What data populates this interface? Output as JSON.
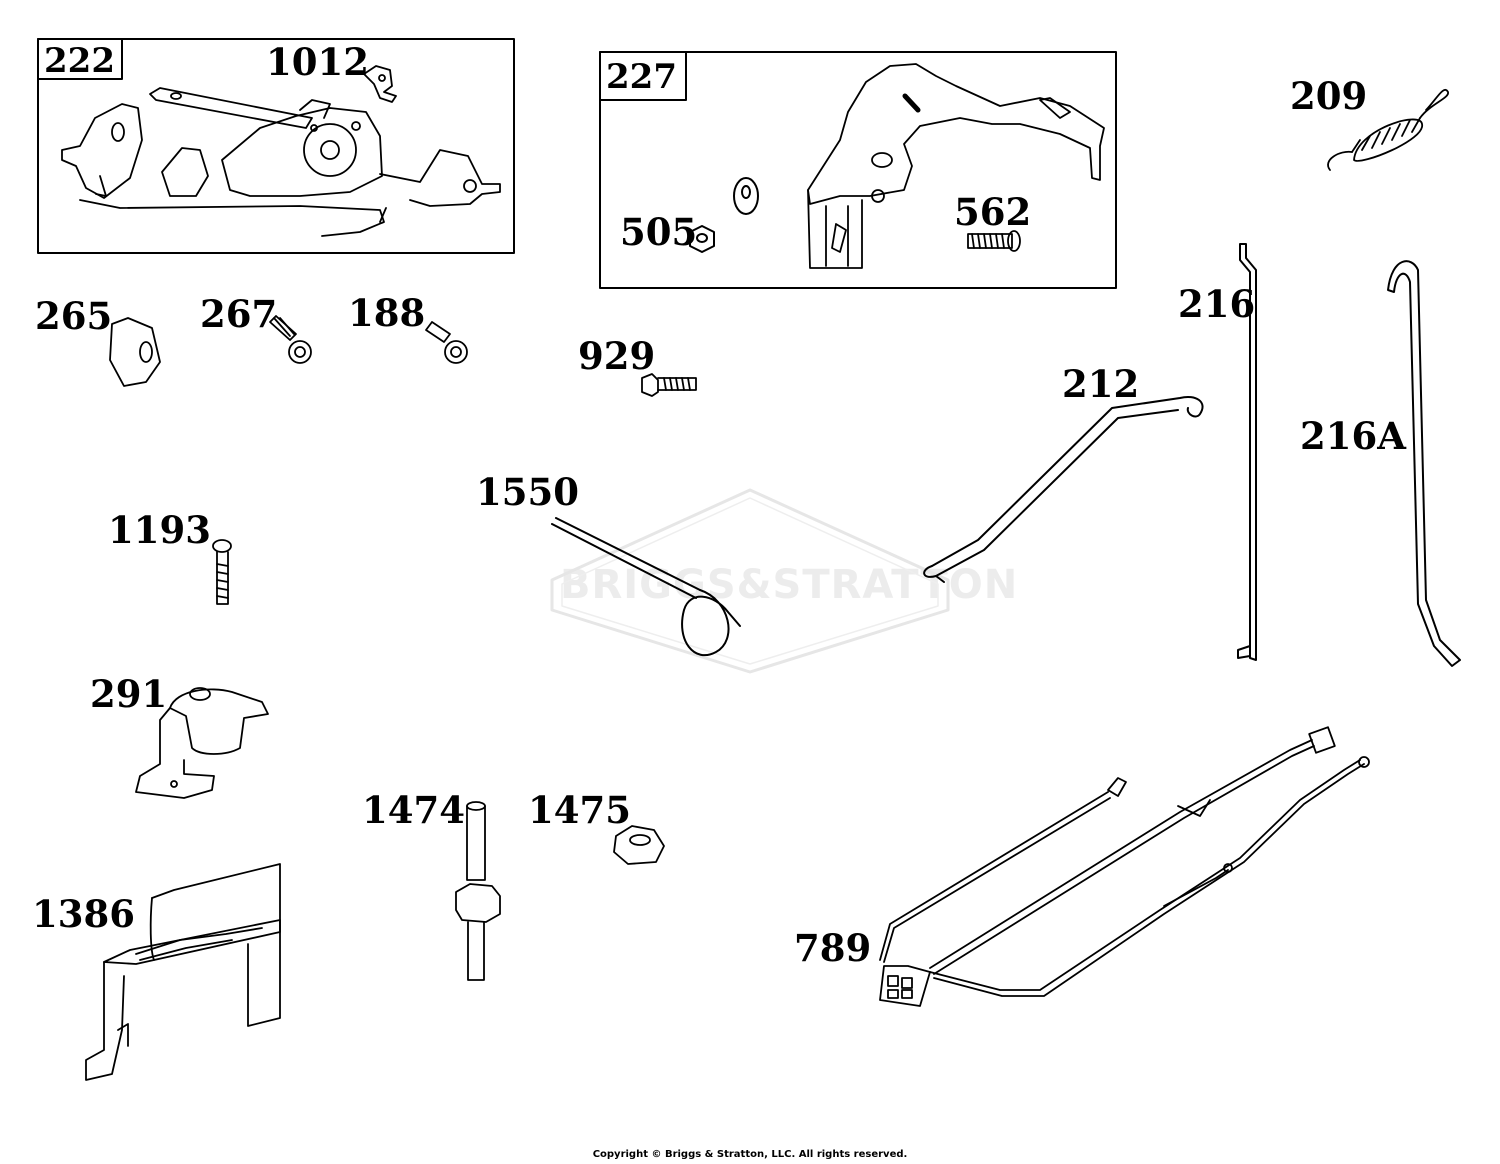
{
  "watermark": "BRIGGS&STRATTON",
  "boxes": [
    {
      "id": "box-222",
      "label": "222"
    },
    {
      "id": "box-227",
      "label": "227"
    }
  ],
  "parts": {
    "p1012": "1012",
    "p209": "209",
    "p505": "505",
    "p562": "562",
    "p265": "265",
    "p267": "267",
    "p188": "188",
    "p929": "929",
    "p216": "216",
    "p212": "212",
    "p216A": "216A",
    "p1550": "1550",
    "p1193": "1193",
    "p291": "291",
    "p1474": "1474",
    "p1475": "1475",
    "p1386": "1386",
    "p789": "789"
  },
  "copyright": "Copyright © Briggs & Stratton, LLC. All rights reserved."
}
